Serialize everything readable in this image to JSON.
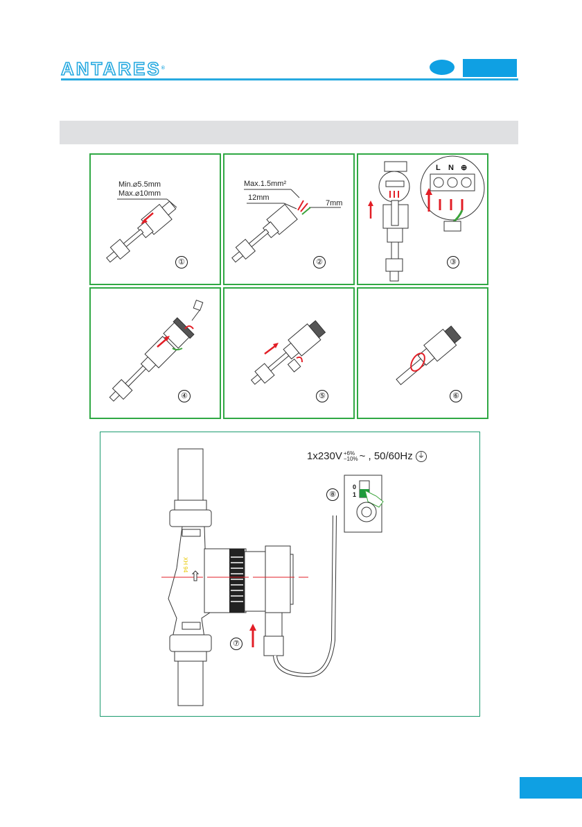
{
  "header": {
    "logo_text": "ANTARES",
    "logo_mark": "®",
    "brand_color": "#26a9e0",
    "accent_color": "#0fa0e3"
  },
  "section": {
    "title": ""
  },
  "steps": [
    {
      "number": "①",
      "labels": [
        "Min.⌀5.5mm",
        "Max.⌀10mm"
      ],
      "icon": "cable-gland-strip-icon"
    },
    {
      "number": "②",
      "labels": [
        "Max.1.5mm²",
        "12mm",
        "7mm"
      ],
      "icon": "wire-strip-icon"
    },
    {
      "number": "③",
      "labels": [
        "L",
        "N",
        "⊕"
      ],
      "icon": "terminal-connect-icon"
    },
    {
      "number": "④",
      "labels": [],
      "icon": "screw-terminal-icon"
    },
    {
      "number": "⑤",
      "labels": [],
      "icon": "push-assemble-icon"
    },
    {
      "number": "⑥",
      "labels": [],
      "icon": "tighten-nut-icon"
    }
  ],
  "installation": {
    "step7": "⑦",
    "step8": "⑧",
    "power_prefix": "1x230V",
    "tolerance_plus": "+6%",
    "tolerance_minus": "−10%",
    "power_suffix": "~ , 50/60Hz",
    "switch_off": "0",
    "switch_on": "1",
    "pump_marking": "XH 94",
    "colors": {
      "panel_border": "#1a9a6e",
      "step_border": "#2fa843",
      "arrow": "#e21e26",
      "switch_on": "#1f9a3c",
      "marking": "#e8c800"
    }
  },
  "footer": {
    "page_number": ""
  }
}
